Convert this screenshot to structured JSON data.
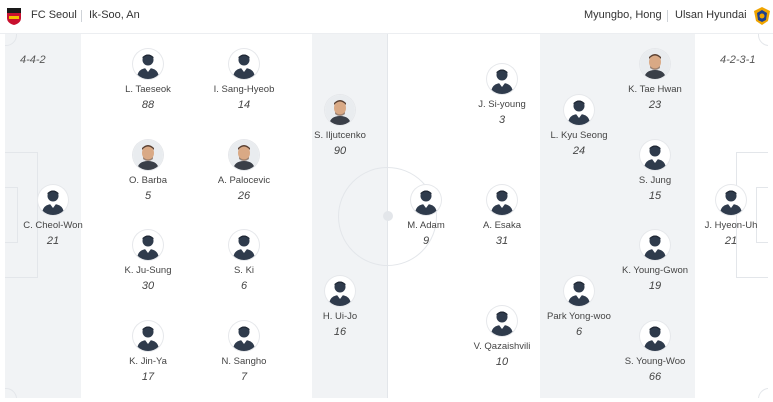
{
  "header": {
    "home_team": "FC Seoul",
    "home_coach": "Ik-Soo, An",
    "away_coach": "Myungbo, Hong",
    "away_team": "Ulsan Hyundai",
    "home_color": "#c8102e",
    "away_color": "#f0a500"
  },
  "formations": {
    "home": "4-4-2",
    "away": "4-2-3-1"
  },
  "home_players": [
    {
      "name": "C. Cheol-Won",
      "number": "21",
      "avatar": "silhouette"
    },
    {
      "name": "L. Taeseok",
      "number": "88",
      "avatar": "silhouette"
    },
    {
      "name": "O. Barba",
      "number": "5",
      "avatar": "photo"
    },
    {
      "name": "K. Ju-Sung",
      "number": "30",
      "avatar": "silhouette"
    },
    {
      "name": "K. Jin-Ya",
      "number": "17",
      "avatar": "silhouette"
    },
    {
      "name": "I. Sang-Hyeob",
      "number": "14",
      "avatar": "silhouette"
    },
    {
      "name": "A. Palocevic",
      "number": "26",
      "avatar": "photo"
    },
    {
      "name": "S. Ki",
      "number": "6",
      "avatar": "silhouette"
    },
    {
      "name": "N. Sangho",
      "number": "7",
      "avatar": "silhouette"
    },
    {
      "name": "S. Iljutcenko",
      "number": "90",
      "avatar": "photo"
    },
    {
      "name": "H. Ui-Jo",
      "number": "16",
      "avatar": "silhouette"
    }
  ],
  "away_players": [
    {
      "name": "M. Adam",
      "number": "9",
      "avatar": "silhouette"
    },
    {
      "name": "J. Si-young",
      "number": "3",
      "avatar": "silhouette"
    },
    {
      "name": "A. Esaka",
      "number": "31",
      "avatar": "silhouette"
    },
    {
      "name": "V. Qazaishvili",
      "number": "10",
      "avatar": "silhouette"
    },
    {
      "name": "L. Kyu Seong",
      "number": "24",
      "avatar": "silhouette"
    },
    {
      "name": "Park Yong-woo",
      "number": "6",
      "avatar": "silhouette"
    },
    {
      "name": "K. Tae Hwan",
      "number": "23",
      "avatar": "photo"
    },
    {
      "name": "S. Jung",
      "number": "15",
      "avatar": "silhouette"
    },
    {
      "name": "K. Young-Gwon",
      "number": "19",
      "avatar": "silhouette"
    },
    {
      "name": "S. Young-Woo",
      "number": "66",
      "avatar": "silhouette"
    },
    {
      "name": "J. Hyeon-Uh",
      "number": "21",
      "avatar": "silhouette"
    }
  ]
}
